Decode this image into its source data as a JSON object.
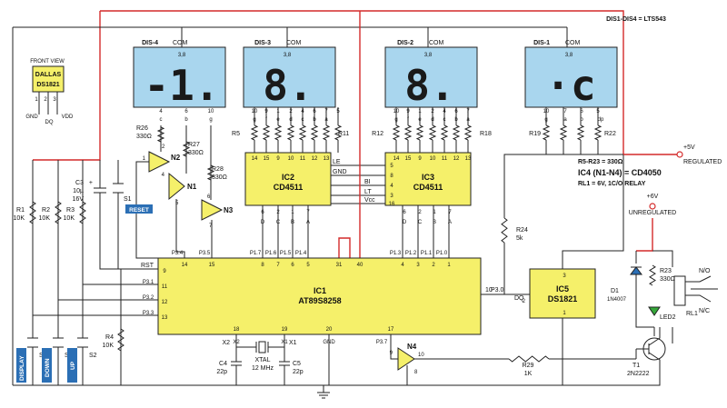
{
  "header": {
    "display_note": "DIS1-DIS4 = LTS543"
  },
  "displays": [
    {
      "label": "DIS-4",
      "com": "COM",
      "com_pins": "3,8",
      "glyph": "-1.",
      "pins": [
        "4",
        "6",
        "10"
      ],
      "segs": [
        "c",
        "b",
        "g"
      ]
    },
    {
      "label": "DIS-3",
      "com": "COM",
      "com_pins": "3,8",
      "glyph": "8.",
      "pins": [
        "10",
        "9",
        "1",
        "2",
        "4",
        "6",
        "7",
        "5"
      ],
      "segs": [
        "g",
        "f",
        "e",
        "d",
        "c",
        "b",
        "a",
        ""
      ]
    },
    {
      "label": "DIS-2",
      "com": "COM",
      "com_pins": "3,8",
      "glyph": "8.",
      "pins": [
        "10",
        "9",
        "1",
        "2",
        "4",
        "6",
        "7"
      ],
      "segs": [
        "g",
        "f",
        "e",
        "d",
        "c",
        "b",
        "a"
      ]
    },
    {
      "label": "DIS-1",
      "com": "COM",
      "com_pins": "3,8",
      "glyph": "·c",
      "pins": [
        "10",
        "7",
        "6",
        "5"
      ],
      "segs": [
        "g",
        "a",
        "b",
        "dp"
      ]
    }
  ],
  "sensor": {
    "title": "FRONT VIEW",
    "brand": "DALLAS",
    "part": "DS1821",
    "pins": [
      "1",
      "2",
      "3"
    ],
    "pin_names": [
      "GND",
      "DQ",
      "VDD"
    ]
  },
  "ic1": {
    "ref": "IC1",
    "part": "AT89S8258",
    "top_pins": [
      "14",
      "15",
      "8",
      "7",
      "6",
      "5",
      "31",
      "40",
      "4",
      "3",
      "2",
      "1"
    ],
    "top_names": [
      "P3.4",
      "P3.5",
      "P1.7",
      "P1.6",
      "P1.5",
      "P1.4",
      "",
      "",
      "P1.3",
      "P1.2",
      "P1.1",
      "P1.0"
    ],
    "left_pins": [
      "9",
      "11",
      "12",
      "13"
    ],
    "left_names": [
      "RST",
      "P3.1",
      "P3.2",
      "P3.3"
    ],
    "right_pin": "10",
    "right_name": "P3.0",
    "bottom_pins": [
      "18",
      "19",
      "20",
      "17"
    ],
    "bottom_names": [
      "X2",
      "X1",
      "GND",
      "P3.7"
    ]
  },
  "ic2": {
    "ref": "IC2",
    "part": "CD4511",
    "top_pins": [
      "14",
      "15",
      "9",
      "10",
      "11",
      "12",
      "13"
    ],
    "bottom_pins": [
      "6",
      "2",
      "1",
      "7"
    ],
    "bottom_names": [
      "D",
      "C",
      "B",
      "A"
    ]
  },
  "ic3": {
    "ref": "IC3",
    "part": "CD4511",
    "top_pins": [
      "14",
      "15",
      "9",
      "10",
      "11",
      "12",
      "13"
    ],
    "bottom_pins": [
      "6",
      "2",
      "1",
      "7"
    ],
    "bottom_names": [
      "D",
      "C",
      "B",
      "A"
    ],
    "left_pins": [
      "5",
      "8",
      "4",
      "3",
      "16"
    ]
  },
  "ic5": {
    "ref": "IC5",
    "part": "DS1821",
    "pins": [
      "3",
      "2",
      "1"
    ],
    "dq": "DQ"
  },
  "control_labels": [
    "LE",
    "GND",
    "BI",
    "LT",
    "Vcc"
  ],
  "resistors": {
    "r5": "R5",
    "r11": "R11",
    "r12": "R12",
    "r18": "R18",
    "r19": "R19",
    "r22": "R22",
    "r26": "R26",
    "r26v": "330Ω",
    "r27": "R27",
    "r27v": "330Ω",
    "r28": "R28",
    "r28v": "330Ω",
    "r1": "R1",
    "r1v": "10K",
    "r2": "R2",
    "r2v": "10K",
    "r3": "R3",
    "r3v": "10K",
    "r4": "R4",
    "r4v": "10K",
    "r24": "R24",
    "r24v": "5k",
    "r23": "R23",
    "r23v": "330Ω",
    "r29": "R29",
    "r29v": "1K"
  },
  "buffers": [
    {
      "ref": "N2",
      "pins": [
        "1",
        "2"
      ]
    },
    {
      "ref": "N1",
      "pins": [
        "4",
        "5"
      ]
    },
    {
      "ref": "N3",
      "pins": [
        "6",
        "7"
      ]
    },
    {
      "ref": "N4",
      "pins": [
        "9",
        "10",
        "8"
      ]
    }
  ],
  "notes": {
    "supply5": "+5V",
    "regulated": "REGULATED",
    "r_note": "R5-R23 = 330Ω",
    "ic4_note": "IC4 (N1-N4) = CD4050",
    "rl_note": "RL1 = 6V, 1C/O RELAY",
    "supply6": "+6V",
    "unregulated": "UNREGULATED"
  },
  "cap_c3": {
    "ref": "C3",
    "value": "10µ",
    "volt": "16V",
    "plus": "+"
  },
  "switches": {
    "s1": "S1",
    "reset": "RESET",
    "s4": "S4",
    "display": "DISPLAY",
    "s3": "S3",
    "down": "DOWN",
    "s2": "S2",
    "up": "UP"
  },
  "crystal": {
    "x2": "X2",
    "x1": "X1",
    "ref": "XTAL",
    "freq": "12 MHz",
    "c4": "C4",
    "c4v": "22p",
    "c5": "C5",
    "c5v": "22p"
  },
  "relay": {
    "d1": "D1",
    "d1v": "1N4007",
    "led": "LED2",
    "rl": "RL1",
    "no": "N/O",
    "nc": "N/C",
    "t1": "T1",
    "t1v": "2N2222"
  }
}
